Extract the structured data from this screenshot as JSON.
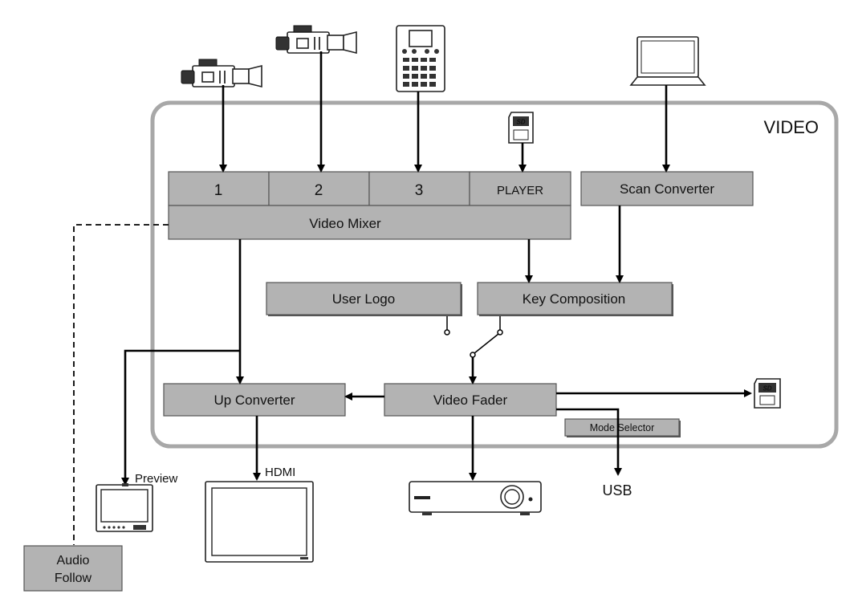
{
  "group": {
    "label": "VIDEO"
  },
  "mixer": {
    "inputs": [
      {
        "label": "1"
      },
      {
        "label": "2"
      },
      {
        "label": "3"
      },
      {
        "label": "PLAYER"
      }
    ],
    "label": "Video Mixer"
  },
  "blocks": {
    "scan_converter": "Scan Converter",
    "user_logo": "User Logo",
    "key_composition": "Key Composition",
    "up_converter": "Up Converter",
    "video_fader": "Video Fader",
    "mode_selector": "Mode Selector",
    "audio_follow_line1": "Audio",
    "audio_follow_line2": "Follow"
  },
  "devices": {
    "sd_card_label": "SD",
    "preview_label": "Preview",
    "hdmi_label": "HDMI",
    "usb_label": "USB"
  },
  "icons": [
    "camcorder-icon",
    "camcorder-icon",
    "remote-controller-icon",
    "laptop-icon",
    "sd-card-icon",
    "preview-monitor-icon",
    "hdmi-display-icon",
    "projector-icon"
  ],
  "colors": {
    "block_fill": "#b3b3b3",
    "group_border": "#a8a8a8",
    "line": "#000000"
  }
}
